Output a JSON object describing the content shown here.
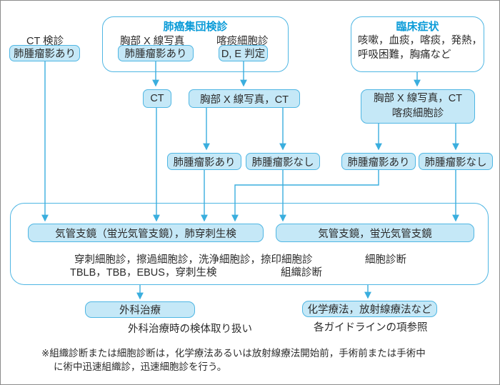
{
  "colors": {
    "box_fill": "#c5e8f7",
    "box_border": "#4fb6e3",
    "title_text": "#0a9bd8",
    "arrow": "#3aaede",
    "body_text": "#2b2b2b",
    "figure_border": "#8c8c8c"
  },
  "ct_screening": {
    "label": "CT 検診",
    "finding_box": "肺腫瘤影あり"
  },
  "mass_screening": {
    "title": "肺癌集団検診",
    "chest_xray_label": "胸部 X 線写真",
    "chest_xray_finding": "肺腫瘤影あり",
    "sputum_label": "喀痰細胞診",
    "sputum_finding": "D, E 判定"
  },
  "clinical_symptoms": {
    "title": "臨床症状",
    "symptoms_line1": "咳嗽，血痰，喀痰，発熱，",
    "symptoms_line2": "呼吸困難，胸痛など"
  },
  "followup": {
    "ct_box": "CT",
    "xray_ct_box": "胸部 X 線写真，CT",
    "clinical_exam_line1": "胸部 X 線写真，CT",
    "clinical_exam_line2": "喀痰細胞診"
  },
  "findings_row": {
    "mass_present_1": "肺腫瘤影あり",
    "mass_absent_1": "肺腫瘤影なし",
    "mass_present_2": "肺腫瘤影あり",
    "mass_absent_2": "肺腫瘤影なし"
  },
  "diagnostics": {
    "bronchoscopy_biopsy_box": "気管支鏡（蛍光気管支鏡），肺穿刺生検",
    "bronchoscopy_box": "気管支鏡，蛍光気管支鏡",
    "cytology_line": "穿刺細胞診，擦過細胞診，洗浄細胞診，捺印細胞診",
    "procedures_line": "TBLB，TBB，EBUS，穿刺生検",
    "tissue_diagnosis": "組織診断",
    "cytology_diagnosis": "細胞診断"
  },
  "treatment": {
    "surgery_box": "外科治療",
    "surgery_note": "外科治療時の検体取り扱い",
    "chemo_radio_box": "化学療法，放射線療法など",
    "chemo_radio_note": "各ガイドラインの項参照"
  },
  "footnote": {
    "line1": "※組織診断または細胞診断は，化学療法あるいは放射線療法開始前，手術前または手術中",
    "line2": "に術中迅速組織診，迅速細胞診を行う。"
  }
}
